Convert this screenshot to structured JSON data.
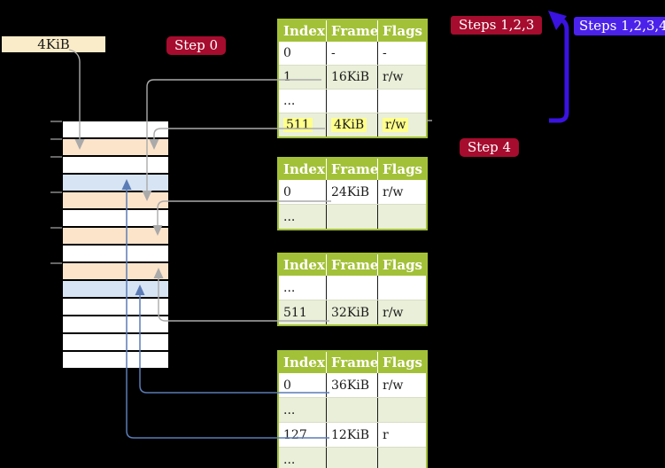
{
  "colors": {
    "background": "#000000",
    "step_badge_red": "#a60c2e",
    "steps_badge_blue": "#4b22ea",
    "loop_arrow_blue": "#3a13e0",
    "table_header_green": "#a3c138",
    "table_row_shade_green": "#e9efd8",
    "table_border_green": "#a3c138",
    "highlight_yellow": "#ffff8c",
    "frame_label_bg": "#faecc8",
    "memory_peach": "#fce4cb",
    "memory_blue": "#d7e4f3",
    "connector_gray": "#aaaaaa",
    "connector_blue": "#5b7cb6"
  },
  "labels": {
    "frame_label": "4KiB",
    "step0": "Step 0",
    "steps123": "Steps 1,2,3",
    "steps1234": "Steps 1,2,3,4",
    "step4": "Step 4"
  },
  "memory_column": {
    "rows": [
      {
        "type": "empty"
      },
      {
        "type": "page_table_frame"
      },
      {
        "type": "empty"
      },
      {
        "type": "mapped_frame"
      },
      {
        "type": "page_table_frame"
      },
      {
        "type": "empty"
      },
      {
        "type": "page_table_frame"
      },
      {
        "type": "empty"
      },
      {
        "type": "page_table_frame"
      },
      {
        "type": "mapped_frame"
      },
      {
        "type": "empty"
      },
      {
        "type": "empty"
      },
      {
        "type": "empty"
      },
      {
        "type": "empty"
      }
    ]
  },
  "page_tables": [
    {
      "headers": [
        "Index",
        "Frame",
        "Flags"
      ],
      "rows": [
        {
          "cells": [
            "0",
            "-",
            "-"
          ],
          "shaded": false,
          "highlighted": false
        },
        {
          "cells": [
            "1",
            "16KiB",
            "r/w"
          ],
          "shaded": true,
          "highlighted": false
        },
        {
          "cells": [
            "...",
            "",
            ""
          ],
          "shaded": false,
          "highlighted": false
        },
        {
          "cells": [
            "511",
            "4KiB",
            "r/w"
          ],
          "shaded": true,
          "highlighted": true
        }
      ]
    },
    {
      "headers": [
        "Index",
        "Frame",
        "Flags"
      ],
      "rows": [
        {
          "cells": [
            "0",
            "24KiB",
            "r/w"
          ],
          "shaded": false,
          "highlighted": false
        },
        {
          "cells": [
            "...",
            "",
            ""
          ],
          "shaded": true,
          "highlighted": false
        }
      ]
    },
    {
      "headers": [
        "Index",
        "Frame",
        "Flags"
      ],
      "rows": [
        {
          "cells": [
            "...",
            "",
            ""
          ],
          "shaded": false,
          "highlighted": false
        },
        {
          "cells": [
            "511",
            "32KiB",
            "r/w"
          ],
          "shaded": true,
          "highlighted": false
        }
      ]
    },
    {
      "headers": [
        "Index",
        "Frame",
        "Flags"
      ],
      "rows": [
        {
          "cells": [
            "0",
            "36KiB",
            "r/w"
          ],
          "shaded": false,
          "highlighted": false
        },
        {
          "cells": [
            "...",
            "",
            ""
          ],
          "shaded": true,
          "highlighted": false
        },
        {
          "cells": [
            "127",
            "12KiB",
            "r"
          ],
          "shaded": false,
          "highlighted": false
        },
        {
          "cells": [
            "...",
            "",
            ""
          ],
          "shaded": true,
          "highlighted": false
        }
      ]
    }
  ]
}
